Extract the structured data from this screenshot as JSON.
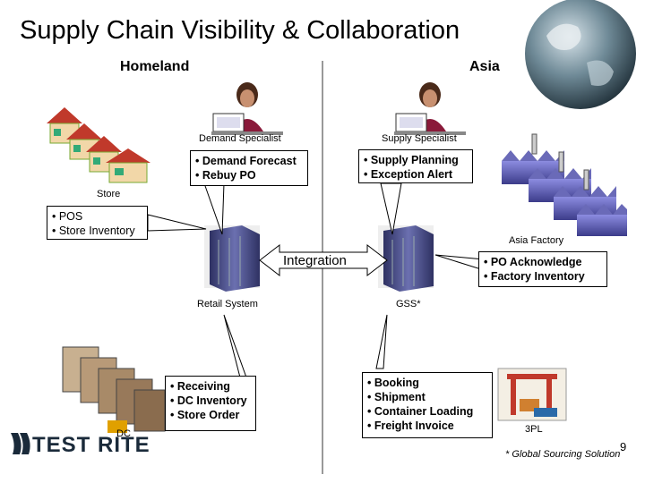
{
  "title": "Supply Chain Visibility & Collaboration",
  "regions": {
    "left": "Homeland",
    "right": "Asia"
  },
  "roles": {
    "demand": "Demand Specialist",
    "supply": "Supply Specialist"
  },
  "demand_box": [
    "• Demand Forecast",
    "• Rebuy PO"
  ],
  "supply_box": [
    "• Supply Planning",
    "• Exception Alert"
  ],
  "store": {
    "label": "Store",
    "box": [
      "• POS",
      "• Store Inventory"
    ]
  },
  "asia_factory": {
    "label": "Asia Factory",
    "box": [
      "• PO Acknowledge",
      "• Factory Inventory"
    ]
  },
  "integration": "Integration",
  "retail_system": "Retail System",
  "gss": "GSS*",
  "dc": {
    "label": "DC",
    "box": [
      "• Receiving",
      "• DC Inventory",
      "• Store Order"
    ]
  },
  "tpl": {
    "label": "3PL",
    "box": [
      "• Booking",
      "• Shipment",
      "• Container Loading",
      "• Freight Invoice"
    ]
  },
  "logo": "TEST RITE",
  "footnote": "* Global Sourcing Solution",
  "page_number": "9",
  "colors": {
    "server": "#4a4e86",
    "store_roof": "#c0392b",
    "factory": "#6a6ab8",
    "crane": "#c0392b"
  }
}
